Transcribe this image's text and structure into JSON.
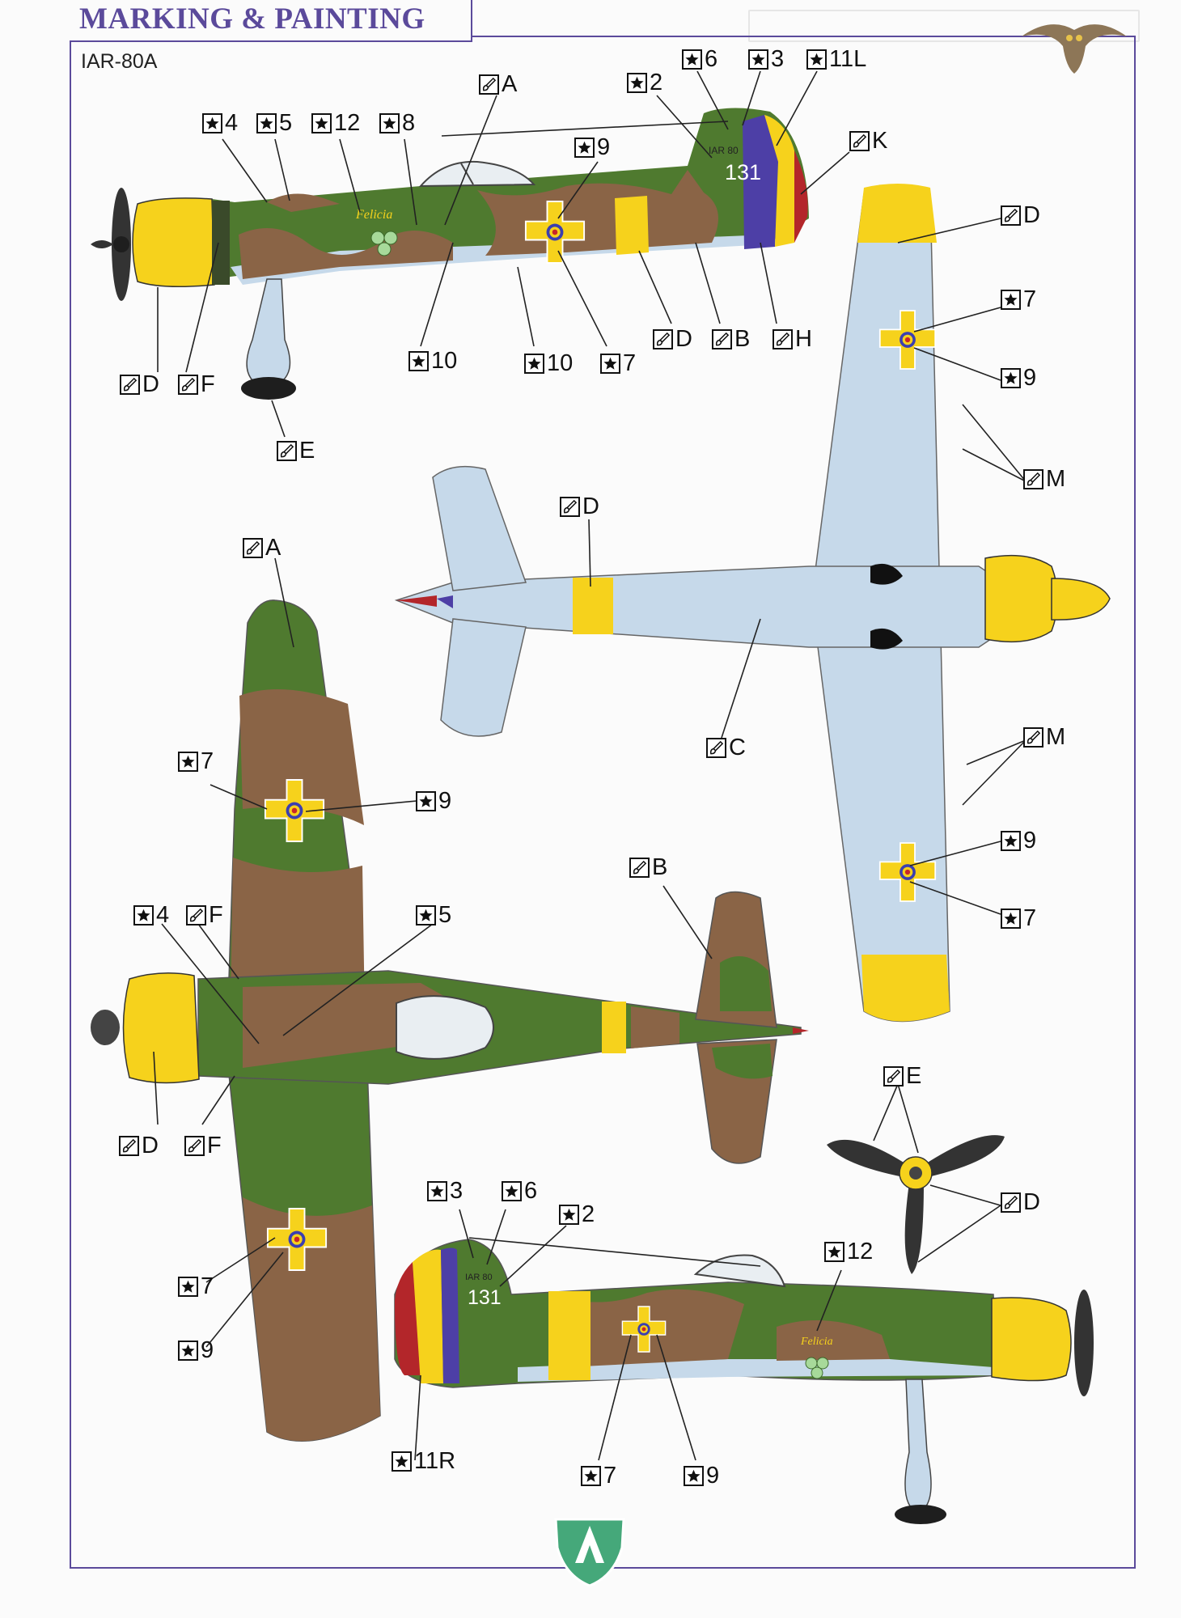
{
  "header": {
    "title": "MARKING & PAINTING",
    "model": "IAR-80A"
  },
  "colors": {
    "green": "#4f7a2f",
    "brown": "#8a6446",
    "yellow": "#f6d21c",
    "lightblue": "#c6d9ea",
    "blue": "#4d3fa6",
    "red": "#b3262a",
    "frame": "#5b4a9b"
  },
  "aircraft": {
    "number": "131",
    "type_text": "IAR 80",
    "nose_art": "Felicia"
  },
  "labels": [
    {
      "id": "d4",
      "kind": "decal",
      "text": "4"
    },
    {
      "id": "d5",
      "kind": "decal",
      "text": "5"
    },
    {
      "id": "d12",
      "kind": "decal",
      "text": "12"
    },
    {
      "id": "d8",
      "kind": "decal",
      "text": "8"
    },
    {
      "id": "pA",
      "kind": "paint",
      "text": "A"
    },
    {
      "id": "d2",
      "kind": "decal",
      "text": "2"
    },
    {
      "id": "d6",
      "kind": "decal",
      "text": "6"
    },
    {
      "id": "d3",
      "kind": "decal",
      "text": "3"
    },
    {
      "id": "d11L",
      "kind": "decal",
      "text": "11L"
    },
    {
      "id": "pK",
      "kind": "paint",
      "text": "K"
    },
    {
      "id": "d9a",
      "kind": "decal",
      "text": "9"
    },
    {
      "id": "pD1",
      "kind": "paint",
      "text": "D"
    },
    {
      "id": "d7a",
      "kind": "decal",
      "text": "7"
    },
    {
      "id": "d9b",
      "kind": "decal",
      "text": "9"
    },
    {
      "id": "pD2",
      "kind": "paint",
      "text": "D"
    },
    {
      "id": "pB1",
      "kind": "paint",
      "text": "B"
    },
    {
      "id": "pH",
      "kind": "paint",
      "text": "H"
    },
    {
      "id": "d10a",
      "kind": "decal",
      "text": "10"
    },
    {
      "id": "d10b",
      "kind": "decal",
      "text": "10"
    },
    {
      "id": "d7b",
      "kind": "decal",
      "text": "7"
    },
    {
      "id": "pD3",
      "kind": "paint",
      "text": "D"
    },
    {
      "id": "pF1",
      "kind": "paint",
      "text": "F"
    },
    {
      "id": "pE1",
      "kind": "paint",
      "text": "E"
    },
    {
      "id": "pM1",
      "kind": "paint",
      "text": "M"
    },
    {
      "id": "pD4",
      "kind": "paint",
      "text": "D"
    },
    {
      "id": "pA2",
      "kind": "paint",
      "text": "A"
    },
    {
      "id": "pC",
      "kind": "paint",
      "text": "C"
    },
    {
      "id": "pM2",
      "kind": "paint",
      "text": "M"
    },
    {
      "id": "d7c",
      "kind": "decal",
      "text": "7"
    },
    {
      "id": "d9c",
      "kind": "decal",
      "text": "9"
    },
    {
      "id": "d9d",
      "kind": "decal",
      "text": "9"
    },
    {
      "id": "d7d",
      "kind": "decal",
      "text": "7"
    },
    {
      "id": "pB2",
      "kind": "paint",
      "text": "B"
    },
    {
      "id": "d4b",
      "kind": "decal",
      "text": "4"
    },
    {
      "id": "pF2",
      "kind": "paint",
      "text": "F"
    },
    {
      "id": "d5b",
      "kind": "decal",
      "text": "5"
    },
    {
      "id": "pD5",
      "kind": "paint",
      "text": "D"
    },
    {
      "id": "pF3",
      "kind": "paint",
      "text": "F"
    },
    {
      "id": "pE2",
      "kind": "paint",
      "text": "E"
    },
    {
      "id": "pD6",
      "kind": "paint",
      "text": "D"
    },
    {
      "id": "d3b",
      "kind": "decal",
      "text": "3"
    },
    {
      "id": "d6b",
      "kind": "decal",
      "text": "6"
    },
    {
      "id": "d2b",
      "kind": "decal",
      "text": "2"
    },
    {
      "id": "d12b",
      "kind": "decal",
      "text": "12"
    },
    {
      "id": "d7e",
      "kind": "decal",
      "text": "7"
    },
    {
      "id": "d9e",
      "kind": "decal",
      "text": "9"
    },
    {
      "id": "d11R",
      "kind": "decal",
      "text": "11R"
    },
    {
      "id": "d7f",
      "kind": "decal",
      "text": "7"
    },
    {
      "id": "d9f",
      "kind": "decal",
      "text": "9"
    }
  ]
}
